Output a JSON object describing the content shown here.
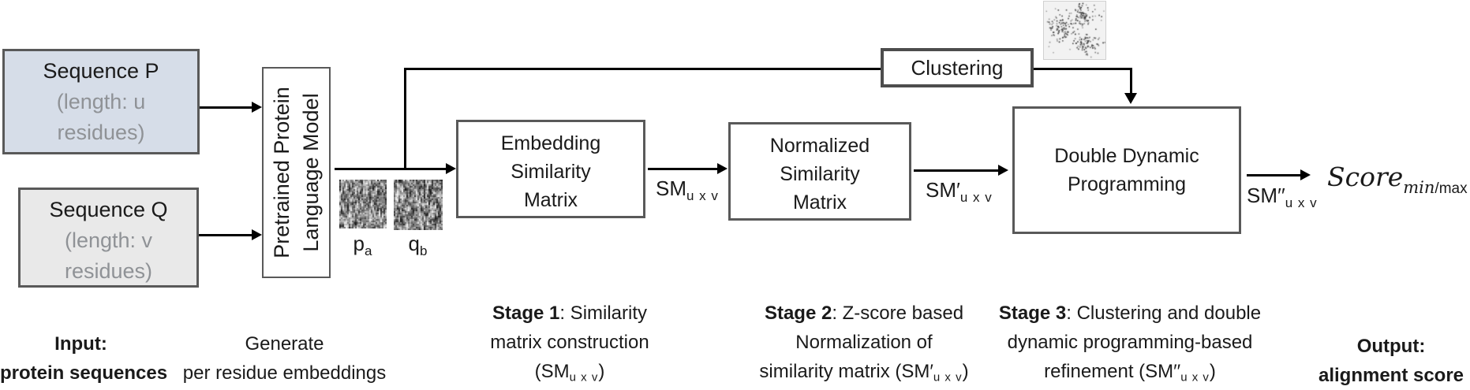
{
  "boxes": {
    "seq_p": {
      "title": "Sequence P",
      "sub1": "(length: u",
      "sub2": "residues)"
    },
    "seq_q": {
      "title": "Sequence Q",
      "sub1": "(length: v",
      "sub2": "residues)"
    },
    "plm": {
      "line1": "Pretrained Protein",
      "line2": "Language Model"
    },
    "esm": {
      "line1": "Embedding",
      "line2": "Similarity",
      "line3": "Matrix"
    },
    "nsm": {
      "line1": "Normalized",
      "line2": "Similarity",
      "line3": "Matrix"
    },
    "ddp": {
      "line1": "Double Dynamic",
      "line2": "Programming"
    },
    "clustering": {
      "label": "Clustering"
    }
  },
  "embeddings": {
    "p_main": "p",
    "p_sub": "a",
    "q_main": "q",
    "q_sub": "b"
  },
  "arrow_labels": {
    "sm1": {
      "main": "SM",
      "sub": "u x v"
    },
    "sm2": {
      "main": "SM′",
      "sub": "u x v"
    },
    "sm3": {
      "main": "SM′′",
      "sub": "u x v"
    }
  },
  "output_score": {
    "main": "Score",
    "sub_italic": "min",
    "sub_upright": "/max"
  },
  "captions": {
    "input": {
      "line1": "Input:",
      "line2": "protein sequences"
    },
    "generate": {
      "line1": "Generate",
      "line2": "per residue embeddings"
    },
    "stage1": {
      "bold": "Stage 1",
      "rest": ": Similarity",
      "line2": "matrix construction",
      "line3_pre": "(SM",
      "line3_sub": "u x v",
      "line3_post": ")"
    },
    "stage2": {
      "bold": "Stage 2",
      "rest": ": Z-score based",
      "line2": "Normalization of",
      "line3_pre": "similarity matrix (SM′",
      "line3_sub": "u x v",
      "line3_post": ")"
    },
    "stage3": {
      "bold": "Stage 3",
      "rest": ": Clustering and double",
      "line2": "dynamic programming-based",
      "line3_pre": "refinement (SM′′",
      "line3_sub": "u x v",
      "line3_post": ")"
    },
    "output": {
      "line1": "Output:",
      "line2": "alignment score"
    }
  },
  "colors": {
    "seq_p_fill": "#d6dde8",
    "seq_q_fill": "#e9e9e9",
    "box_border": "#595959",
    "clustering_border": "#4d4d4d",
    "muted_text": "#8f9296",
    "line": "#000000"
  }
}
